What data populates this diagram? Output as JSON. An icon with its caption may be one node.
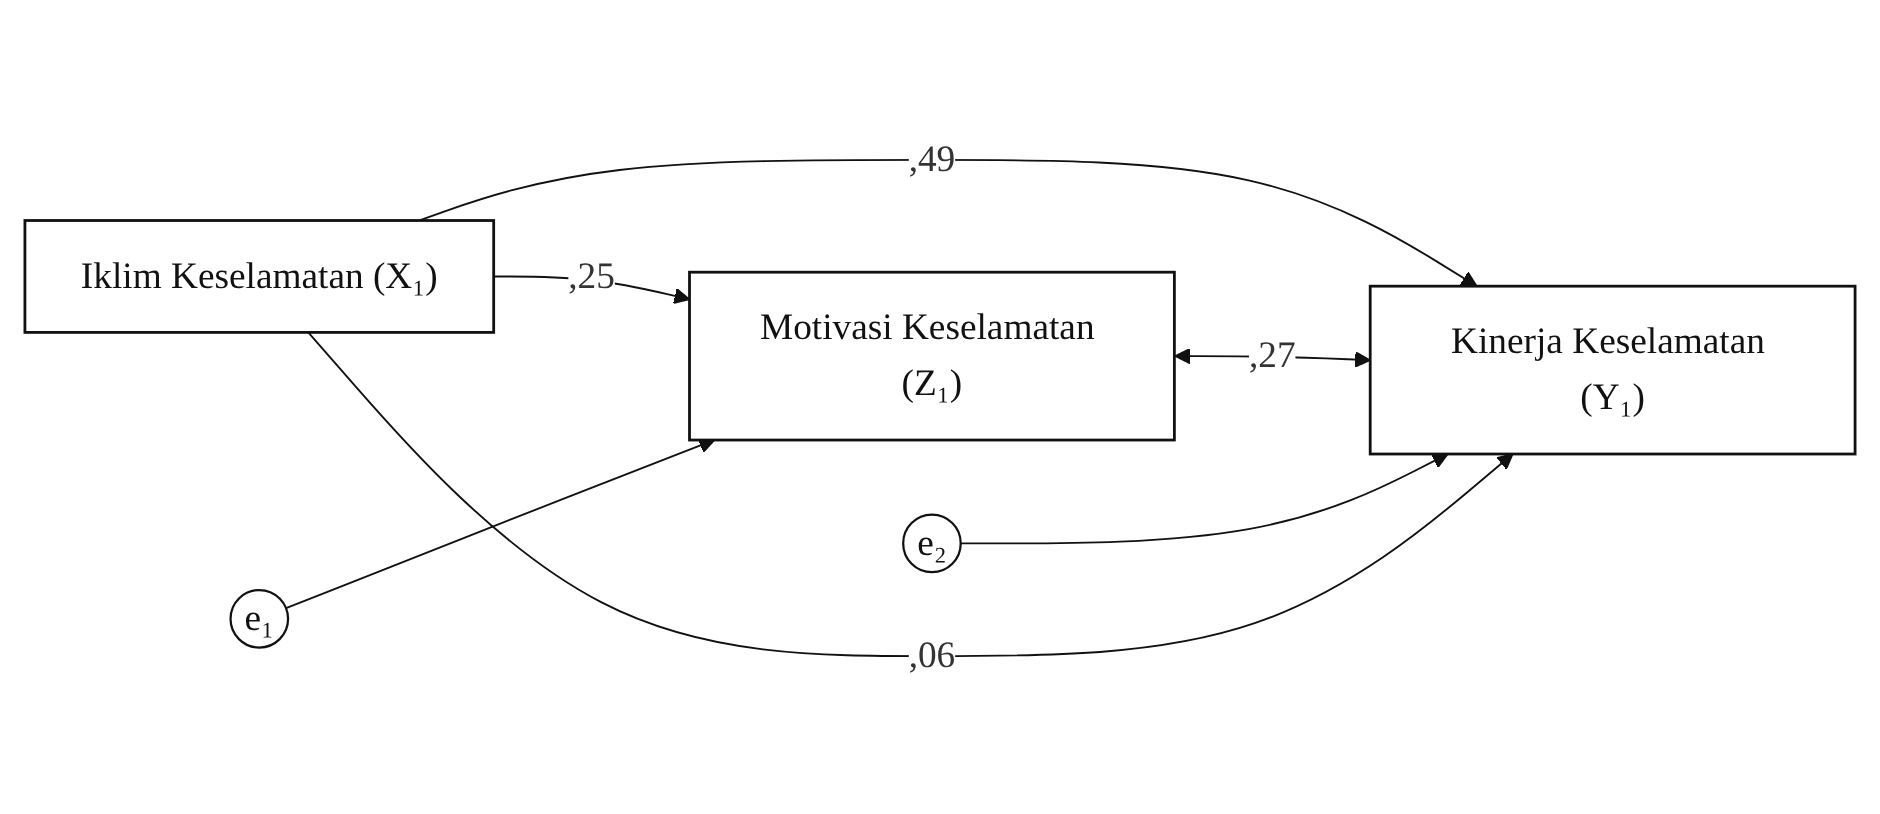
{
  "diagram": {
    "nodes": [
      {
        "text": [
          "Iklim Keselamatan (X₁)"
        ]
      },
      {
        "text": [
          "Motivasi Keselamatan (Z₁)"
        ]
      },
      {
        "text": [
          "Kinerja Keselamatan (Y₁)"
        ]
      },
      {
        "text": [
          "e₁"
        ]
      },
      {
        "text": [
          "e₂"
        ]
      }
    ],
    "edges": [
      {
        "from": 0,
        "to": 2,
        "arrow": "to",
        "label": ",49"
      },
      {
        "from": 0,
        "to": 1,
        "arrow": "to",
        "label": ",25"
      },
      {
        "from": 1,
        "to": 2,
        "arrow": "both",
        "label": ",27"
      },
      {
        "from": 3,
        "to": 1,
        "arrow": "to"
      },
      {
        "from": 4,
        "to": 2,
        "arrow": "to"
      },
      {
        "from": 0,
        "to": 2,
        "arrow": "to",
        "label": ",06"
      }
    ]
  }
}
